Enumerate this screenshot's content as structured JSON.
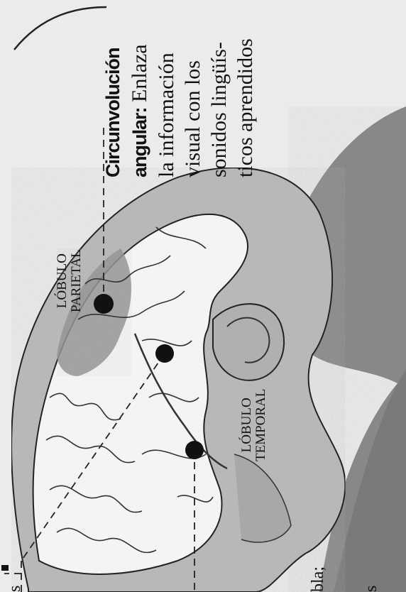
{
  "annotation": {
    "title_line1": "Circunvolución",
    "title_line2_bold": "angular:",
    "title_line2_rest": " Enlaza",
    "line3": "la información",
    "line4": "visual con los",
    "line5": "sonidos lingüís-",
    "line6": "ticos aprendidos"
  },
  "labels": {
    "parietal_line1": "LÓBULO",
    "parietal_line2": "PARIETAL",
    "temporal_line1": "LÓBULO",
    "temporal_line2": "TEMPORAL"
  },
  "edge_text": {
    "bottom_left_1": "bla;",
    "bottom_left_2": "s",
    "top_left": "s"
  },
  "colors": {
    "background": "#ebebeb",
    "head": "#bdbdbd",
    "neck": "#8c8c8c",
    "brain": "#f4f4f4",
    "parietal_shade": "#9a9a9a"
  }
}
